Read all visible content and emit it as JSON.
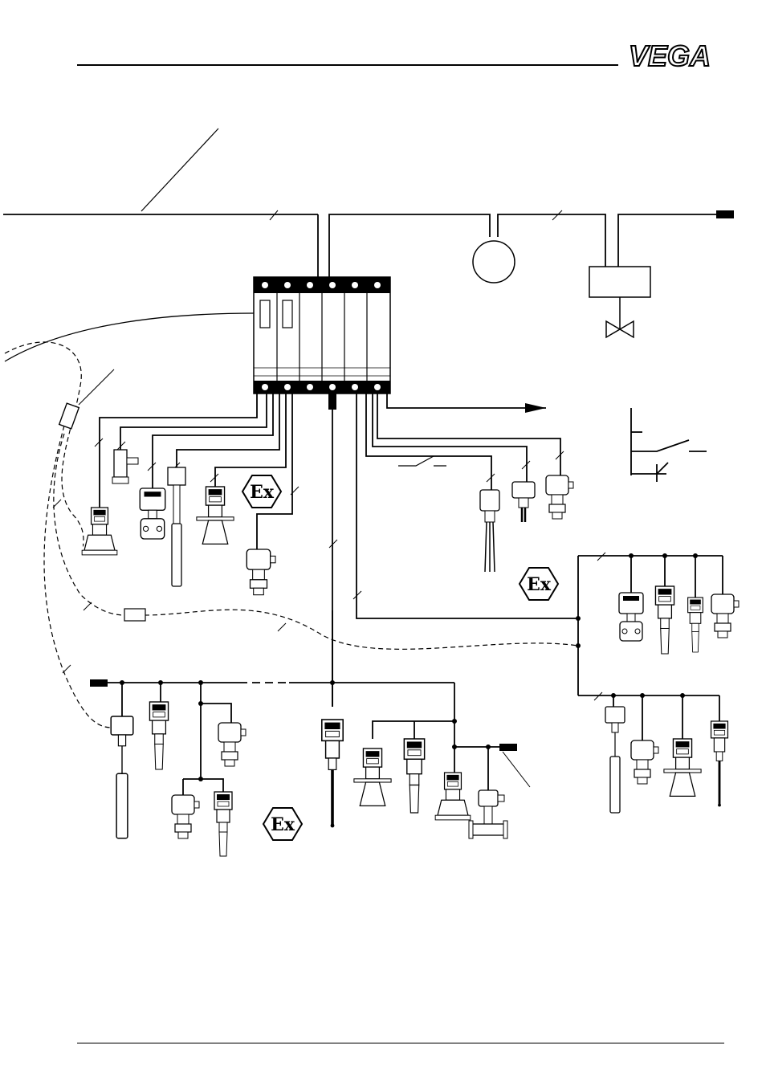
{
  "header": {
    "brand_logo": "VEGA"
  },
  "diagram": {
    "ex_zone_marks": [
      "Ex",
      "Ex",
      "Ex"
    ]
  },
  "colors": {
    "line": "#000000",
    "background": "#ffffff"
  }
}
